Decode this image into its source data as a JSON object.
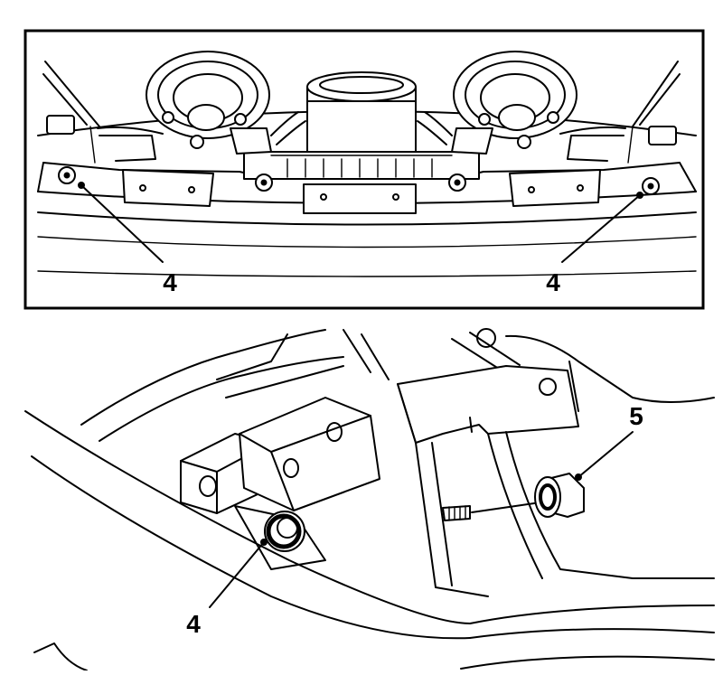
{
  "top_panel": {
    "callouts": [
      {
        "id": "left",
        "label": "4"
      },
      {
        "id": "right",
        "label": "4"
      }
    ]
  },
  "bottom_panel": {
    "callouts": [
      {
        "id": "bolt",
        "label": "4"
      },
      {
        "id": "nut",
        "label": "5"
      }
    ]
  }
}
